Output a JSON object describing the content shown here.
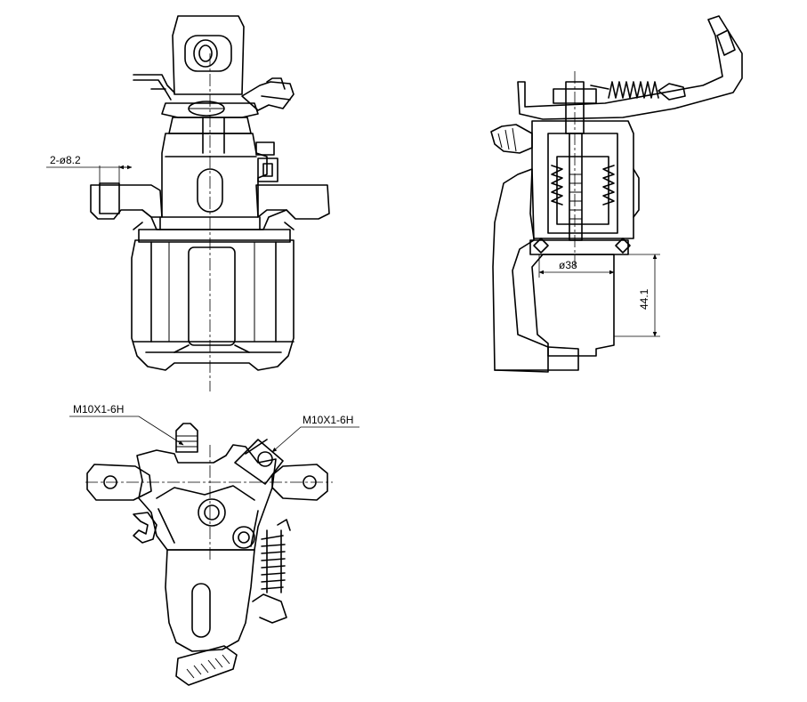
{
  "labels": {
    "front_hole_dim": "2-ø8.2",
    "piston_diameter": "ø38",
    "piston_depth": "44.1",
    "thread_left": "M10X1-6H",
    "thread_right": "M10X1-6H"
  },
  "colors": {
    "line": "#000000",
    "background": "#ffffff"
  }
}
